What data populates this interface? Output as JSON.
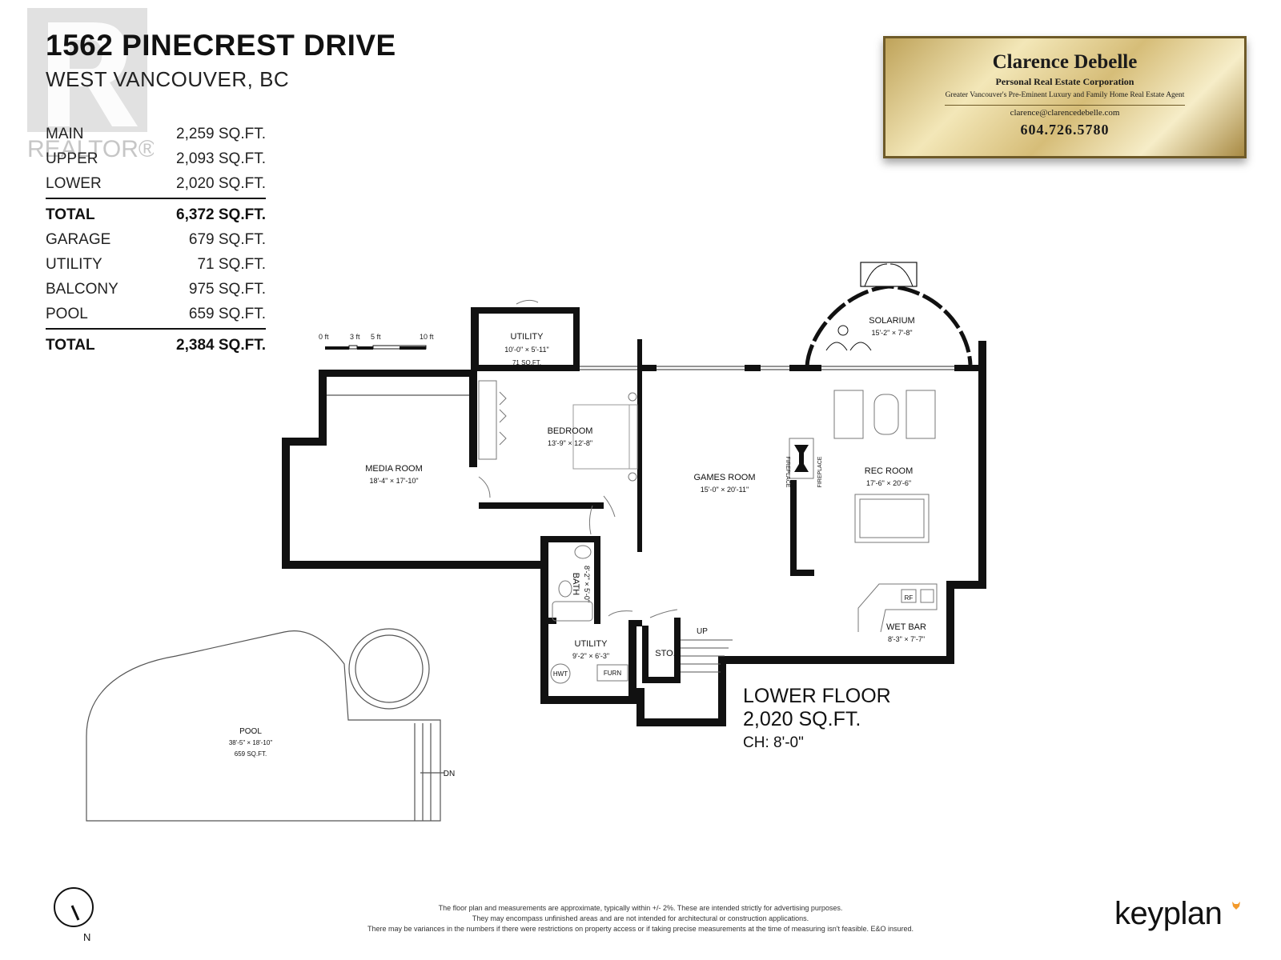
{
  "header": {
    "title": "1562 PINECREST DRIVE",
    "subtitle": "WEST VANCOUVER, BC"
  },
  "watermark": {
    "icon": "realtor-logo",
    "text": "REALTOR®"
  },
  "areas": {
    "living": [
      {
        "label": "MAIN",
        "value": "2,259 SQ.FT."
      },
      {
        "label": "UPPER",
        "value": "2,093 SQ.FT."
      },
      {
        "label": "LOWER",
        "value": "2,020 SQ.FT."
      }
    ],
    "living_total": {
      "label": "TOTAL",
      "value": "6,372 SQ.FT."
    },
    "other": [
      {
        "label": "GARAGE",
        "value": "679 SQ.FT."
      },
      {
        "label": "UTILITY",
        "value": "71 SQ.FT."
      },
      {
        "label": "BALCONY",
        "value": "975 SQ.FT."
      },
      {
        "label": "POOL",
        "value": "659 SQ.FT."
      }
    ],
    "other_total": {
      "label": "TOTAL",
      "value": "2,384 SQ.FT."
    }
  },
  "agent": {
    "name": "Clarence Debelle",
    "corporation": "Personal Real Estate Corporation",
    "tagline": "Greater Vancouver's Pre-Eminent Luxury and Family Home Real Estate Agent",
    "email": "clarence@clarencedebelle.com",
    "phone": "604.726.5780"
  },
  "scale_bar": {
    "labels": [
      "0 ft",
      "3 ft",
      "5 ft",
      "10 ft"
    ]
  },
  "rooms": {
    "utility_top": {
      "name": "UTILITY",
      "dims": "10'-0\" × 5'-11\"",
      "area": "71 SQ.FT."
    },
    "solarium": {
      "name": "SOLARIUM",
      "dims": "15'-2\" × 7'-8\""
    },
    "bedroom": {
      "name": "BEDROOM",
      "dims": "13'-9\" × 12'-8\""
    },
    "media_room": {
      "name": "MEDIA ROOM",
      "dims": "18'-4\" × 17'-10\""
    },
    "games_room": {
      "name": "GAMES ROOM",
      "dims": "15'-0\" × 20'-11\""
    },
    "rec_room": {
      "name": "REC ROOM",
      "dims": "17'-6\" × 20'-6\""
    },
    "bath": {
      "name": "BATH",
      "dims": "8'-2\" × 5'-0\""
    },
    "wet_bar": {
      "name": "WET BAR",
      "dims": "8'-3\" × 7'-7\""
    },
    "utility_bottom": {
      "name": "UTILITY",
      "dims": "9'-2\" × 6'-3\""
    },
    "storage": {
      "name": "STO."
    },
    "pool": {
      "name": "POOL",
      "dims": "38'-5\" × 18'-10\"",
      "area": "659 SQ.FT."
    }
  },
  "fixtures": {
    "fireplace_left": "FIREPLACE",
    "fireplace_right": "FIREPLACE",
    "hwt": "HWT",
    "furn": "FURN",
    "rf": "RF",
    "stairs_up": "UP",
    "stairs_down": "DN"
  },
  "floor": {
    "name": "LOWER FLOOR",
    "area": "2,020 SQ.FT.",
    "ceiling": "CH: 8'-0\""
  },
  "compass": {
    "label": "N"
  },
  "disclaimer": [
    "The floor plan and measurements are approximate, typically within +/- 2%. These are intended strictly for advertising purposes.",
    "They may encompass unfinished areas and are not intended for architectural or construction applications.",
    "There may be variances in the numbers if there were restrictions on property access or if taking precise measurements at the time of measuring isn't feasible. E&O insured."
  ],
  "brand": {
    "name": "keyplan",
    "accent": "#f39a2b"
  },
  "colors": {
    "wall": "#111111",
    "gold": "#d6bd78"
  }
}
